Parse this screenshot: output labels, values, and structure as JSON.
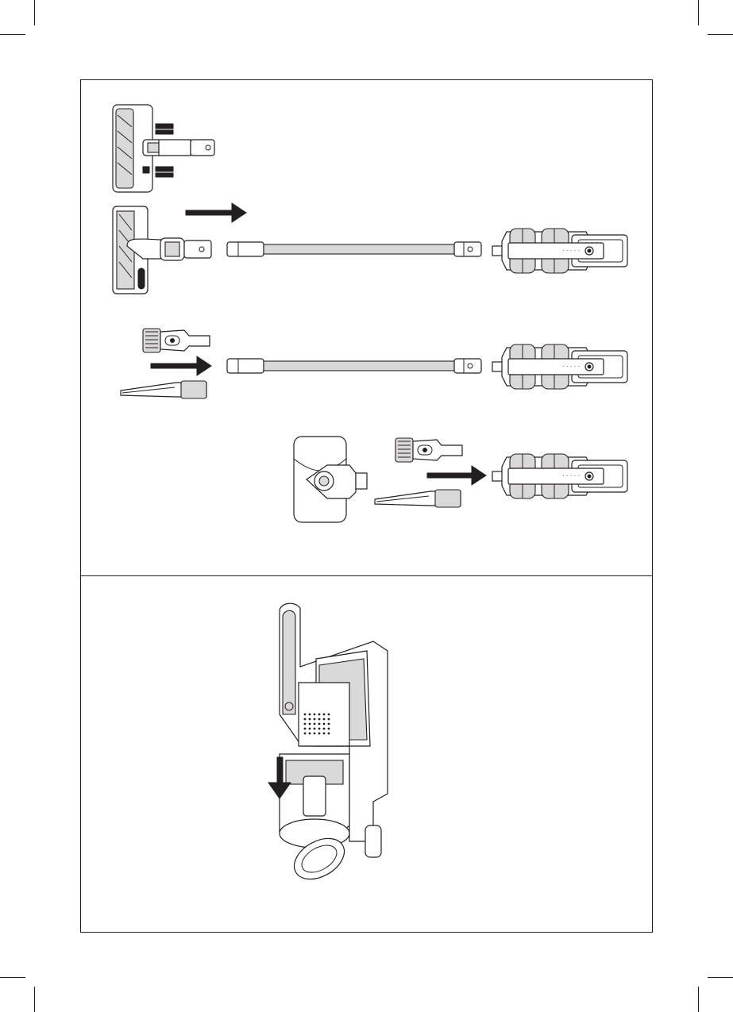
{
  "document": {
    "type": "instruction-illustration",
    "panels": [
      {
        "id": "attachment-assembly",
        "figures": [
          "floor-brush-head",
          "motorized-brush-head",
          "extension-tube",
          "main-unit-handle",
          "dusting-brush",
          "crevice-tool",
          "mini-turbo-brush"
        ],
        "arrows": 4
      },
      {
        "id": "dust-cup-installation",
        "figures": [
          "vacuum-main-body",
          "dust-cup"
        ],
        "arrows": 1
      }
    ]
  },
  "colors": {
    "line": "#231f20",
    "fill": "#ffffff",
    "shade": "#d9d9d9"
  },
  "icons": {
    "arrow": "arrow-right-icon",
    "arrow_down": "arrow-down-icon"
  }
}
